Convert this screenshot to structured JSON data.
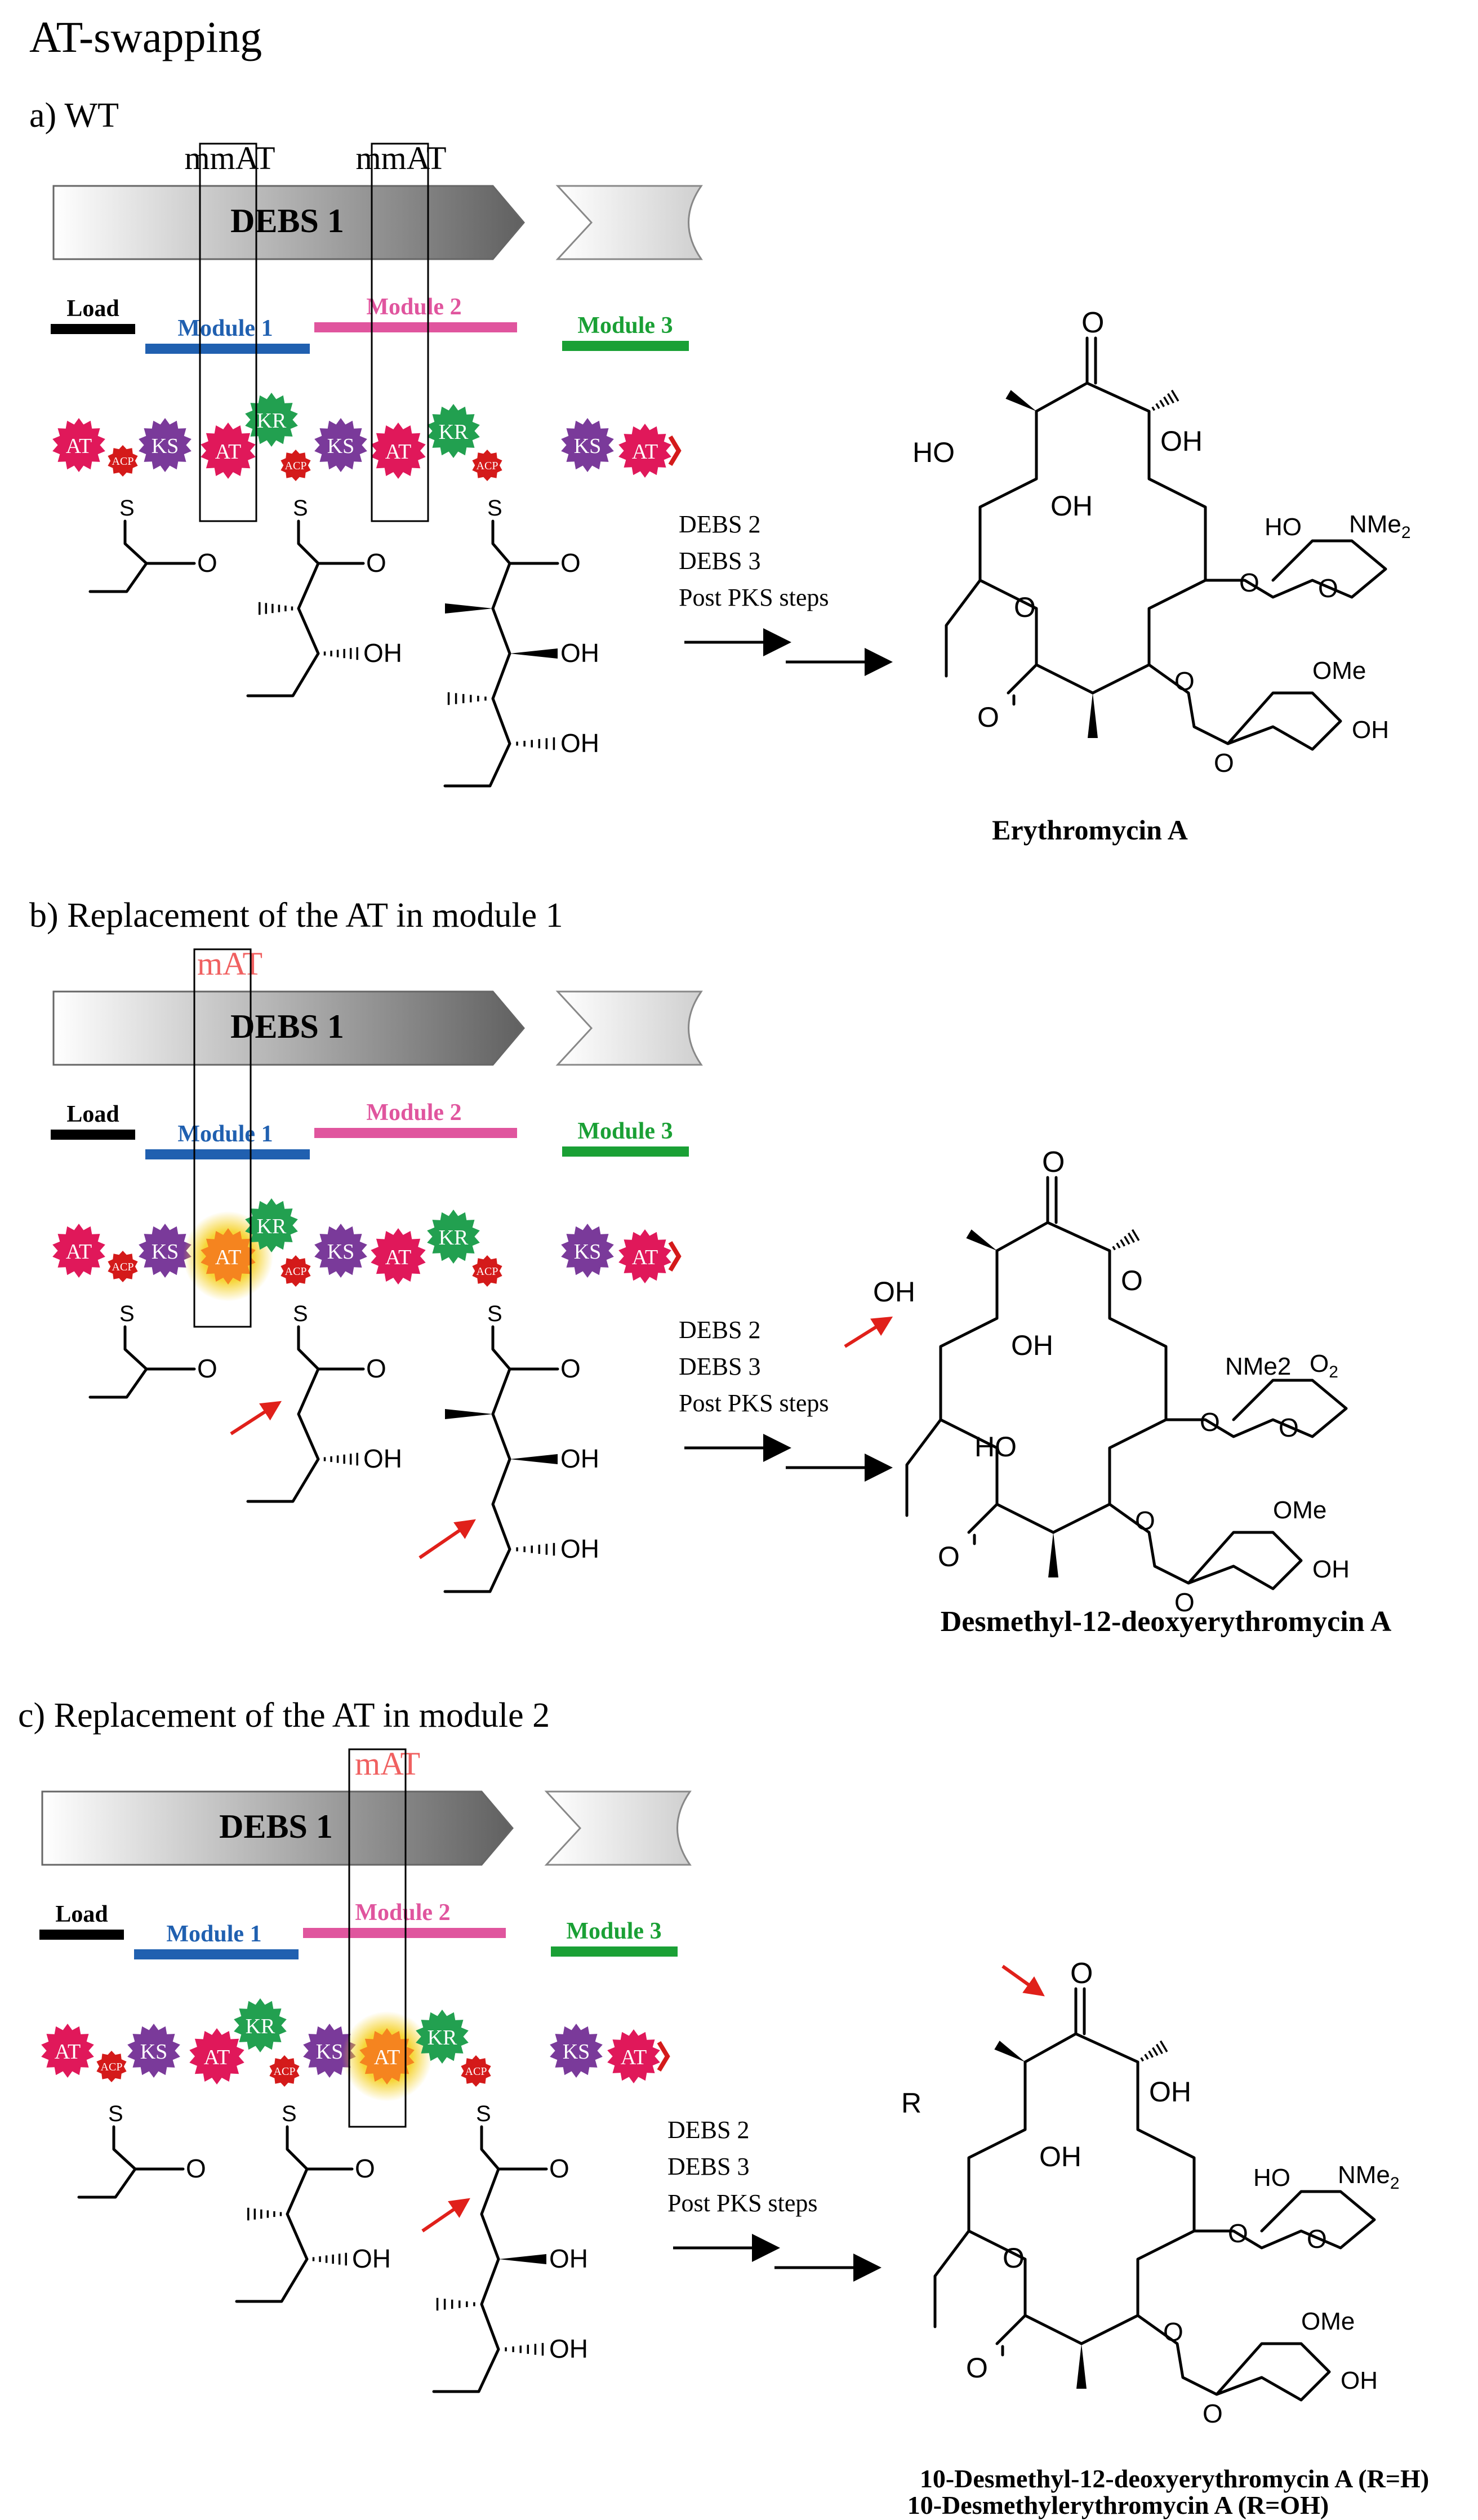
{
  "title": "AT-swapping",
  "panels": [
    {
      "heading": "a) WT",
      "at_labels": [
        "mmAT",
        "mmAT"
      ],
      "gene": "DEBS 1",
      "modules": [
        "Load",
        "Module 1",
        "Module 2",
        "Module 3"
      ],
      "domains": [
        "AT",
        "ACP",
        "KS",
        "AT",
        "ACP",
        "KR",
        "KS",
        "AT",
        "ACP",
        "KR",
        "KS",
        "AT"
      ],
      "steps": [
        "DEBS 2",
        "DEBS 3",
        "Post PKS steps"
      ],
      "product": "Erythromycin A",
      "atoms": [
        "S",
        "O",
        "S",
        "O",
        "OH",
        "S",
        "O",
        "OH",
        "OH",
        "O",
        "HO",
        "OH",
        "OH",
        "O",
        "HO",
        "NMe2",
        "O",
        "O",
        "O",
        "O",
        "OMe",
        "OH",
        "O"
      ]
    },
    {
      "heading": "b) Replacement of the AT in module 1",
      "at_labels": [
        "mAT"
      ],
      "gene": "DEBS 1",
      "modules": [
        "Load",
        "Module 1",
        "Module 2",
        "Module 3"
      ],
      "domains": [
        "AT",
        "ACP",
        "KS",
        "AT",
        "ACP",
        "KR",
        "KS",
        "AT",
        "ACP",
        "KR",
        "KS",
        "AT"
      ],
      "steps": [
        "DEBS 2",
        "DEBS 3",
        "Post PKS steps"
      ],
      "product": "Desmethyl-12-deoxyerythromycin A",
      "atoms": [
        "S",
        "O",
        "S",
        "O",
        "OH",
        "S",
        "O",
        "OH",
        "OH",
        "O",
        "OH",
        "OH",
        "O",
        "HO",
        "NMe2",
        "O",
        "O",
        "O",
        "O",
        "OMe",
        "OH",
        "O"
      ]
    },
    {
      "heading": "c) Replacement of the AT in module 2",
      "at_labels": [
        "mAT"
      ],
      "gene": "DEBS 1",
      "modules": [
        "Load",
        "Module 1",
        "Module 2",
        "Module 3"
      ],
      "domains": [
        "AT",
        "ACP",
        "KS",
        "AT",
        "ACP",
        "KR",
        "KS",
        "AT",
        "ACP",
        "KR",
        "KS",
        "AT"
      ],
      "steps": [
        "DEBS 2",
        "DEBS 3",
        "Post PKS steps"
      ],
      "product": "10-Desmethyl-12-deoxyerythromycin A (R=H)",
      "product2": "10-Desmethylerythromycin A (R=OH)",
      "atoms": [
        "S",
        "O",
        "S",
        "O",
        "OH",
        "S",
        "O",
        "OH",
        "OH",
        "O",
        "R",
        "OH",
        "OH",
        "O",
        "HO",
        "NMe2",
        "O",
        "O",
        "O",
        "O",
        "OMe",
        "OH",
        "O"
      ]
    }
  ],
  "colors": {
    "load": "#000000",
    "module1": "#2060b0",
    "module2": "#e0559e",
    "module3": "#1aa035",
    "AT": "#e0185a",
    "KS": "#7a3a9a",
    "KR": "#22a050",
    "ACP": "#d41a1a",
    "mAT": "#f5841f",
    "arrow_red": "#e0201a",
    "mAT_label": "#f06060"
  }
}
